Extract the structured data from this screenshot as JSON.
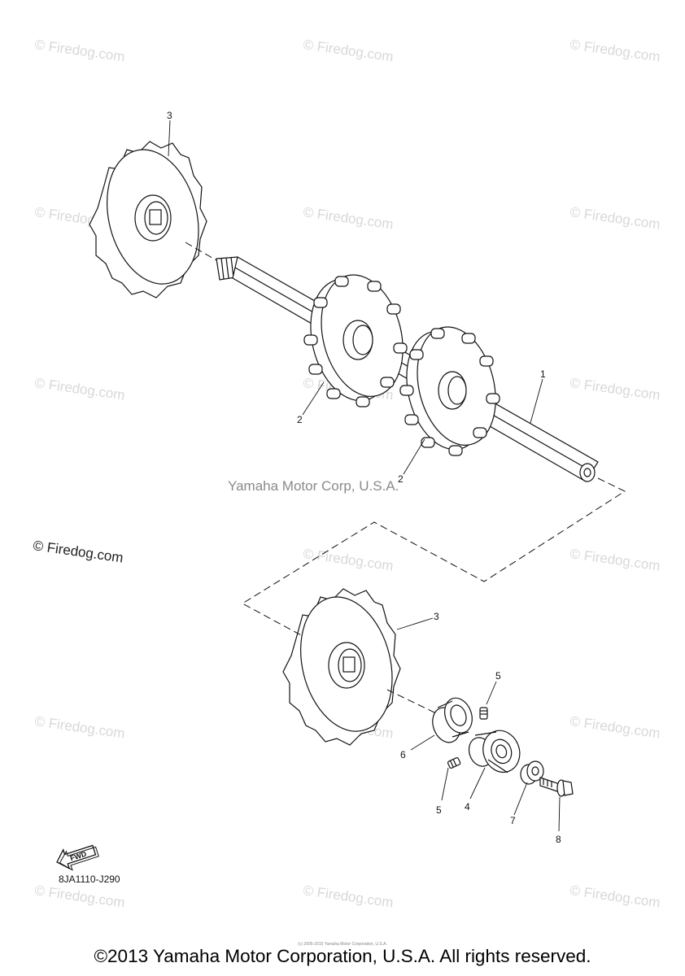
{
  "watermarks": {
    "firedog": "© Firedog.com",
    "center": "Yamaha Motor Corp, U.S.A.",
    "left_margin": "© Firedog.com"
  },
  "callouts": {
    "part_1": "1",
    "part_2_left": "2",
    "part_2_right": "2",
    "part_3_top": "3",
    "part_3_bottom": "3",
    "part_4": "4",
    "part_5_top": "5",
    "part_5_bottom": "5",
    "part_6": "6",
    "part_7": "7",
    "part_8": "8"
  },
  "fwd_label": "FWD",
  "diagram_code": "8JA1110-J290",
  "tiny_notice": "(c) 2005-2015 Yamaha Motor Corporation, U.S.A.",
  "copyright": "©2013 Yamaha Motor Corporation, U.S.A. All rights reserved."
}
